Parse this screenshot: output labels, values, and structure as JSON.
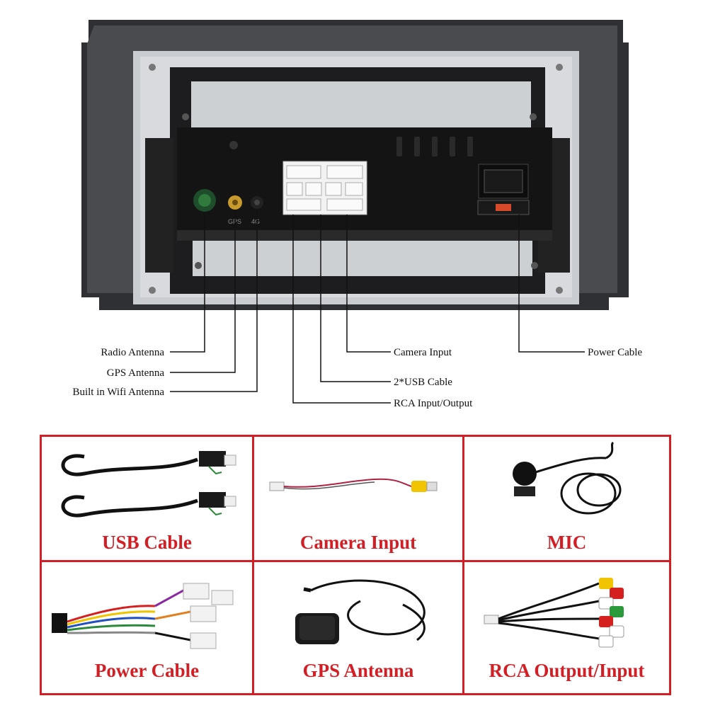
{
  "diagram": {
    "callouts_left": [
      "Radio Antenna",
      "GPS Antenna",
      "Built in Wifi Antenna"
    ],
    "callouts_right": [
      "Camera Input",
      "2*USB Cable",
      "RCA Input/Output",
      "Power Cable"
    ],
    "port_marks": [
      "GPS",
      "4G"
    ]
  },
  "accessories": [
    {
      "caption": "USB Cable"
    },
    {
      "caption": "Camera Input"
    },
    {
      "caption": "MIC"
    },
    {
      "caption": "Power Cable"
    },
    {
      "caption": "GPS Antenna"
    },
    {
      "caption": "RCA Output/Input"
    }
  ],
  "colors": {
    "accent_red": "#d21f25",
    "panel_gray": "#3c3c3c",
    "metal": "#c9ccd0",
    "connector_white": "#f2f2f2"
  }
}
